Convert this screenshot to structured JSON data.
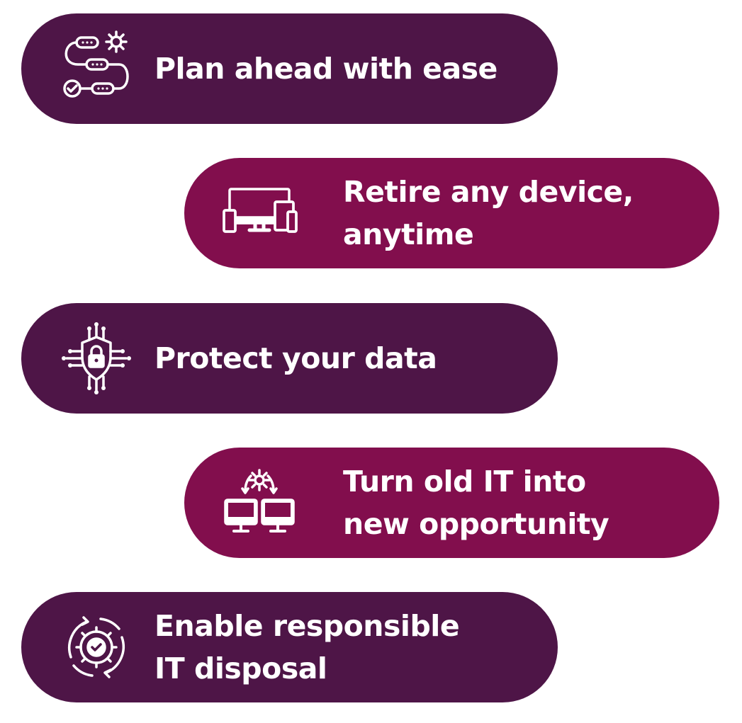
{
  "items": [
    {
      "lines": [
        "Plan ahead with ease"
      ],
      "icon": "workflow-icon",
      "color": "#4e1547"
    },
    {
      "lines": [
        "Retire any device,",
        "anytime"
      ],
      "icon": "devices-icon",
      "color": "#820e4d"
    },
    {
      "lines": [
        "Protect your data"
      ],
      "icon": "data-lock-icon",
      "color": "#4e1547"
    },
    {
      "lines": [
        "Turn old IT into",
        "new opportunity"
      ],
      "icon": "computers-gear-icon",
      "color": "#820e4d"
    },
    {
      "lines": [
        "Enable responsible",
        "IT disposal"
      ],
      "icon": "recycle-gear-check-icon",
      "color": "#4e1547"
    }
  ]
}
